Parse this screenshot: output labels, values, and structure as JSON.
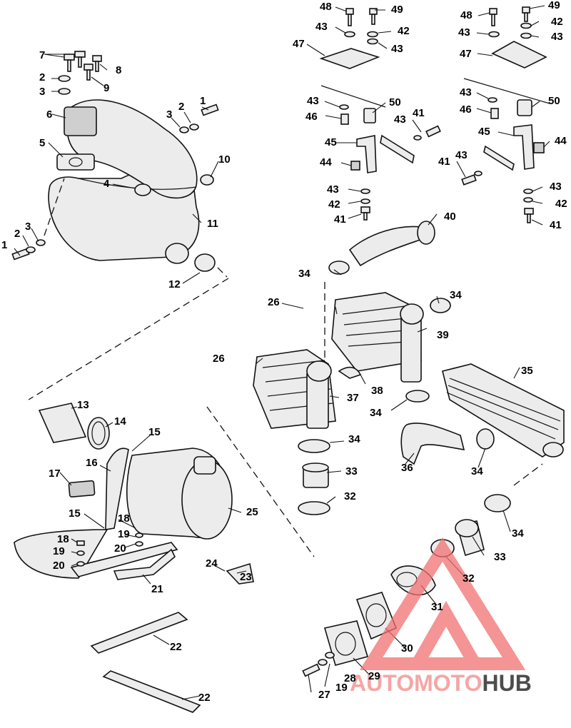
{
  "diagram": {
    "callouts": [
      "1",
      "2",
      "3",
      "4",
      "5",
      "6",
      "7",
      "8",
      "9",
      "10",
      "11",
      "12",
      "13",
      "14",
      "15",
      "16",
      "17",
      "18",
      "19",
      "20",
      "21",
      "22",
      "23",
      "24",
      "25",
      "26",
      "27",
      "28",
      "29",
      "30",
      "31",
      "32",
      "33",
      "34",
      "35",
      "36",
      "37",
      "38",
      "39",
      "40",
      "41",
      "42",
      "43",
      "44",
      "45",
      "46",
      "47",
      "48",
      "49",
      "50"
    ]
  },
  "watermark": {
    "text_a": "AUTOMOTO",
    "text_b": "HUB",
    "colors": {
      "logo": "#f07070",
      "text_a": "#f4a6a6",
      "text_b": "#4d4d4d"
    }
  }
}
